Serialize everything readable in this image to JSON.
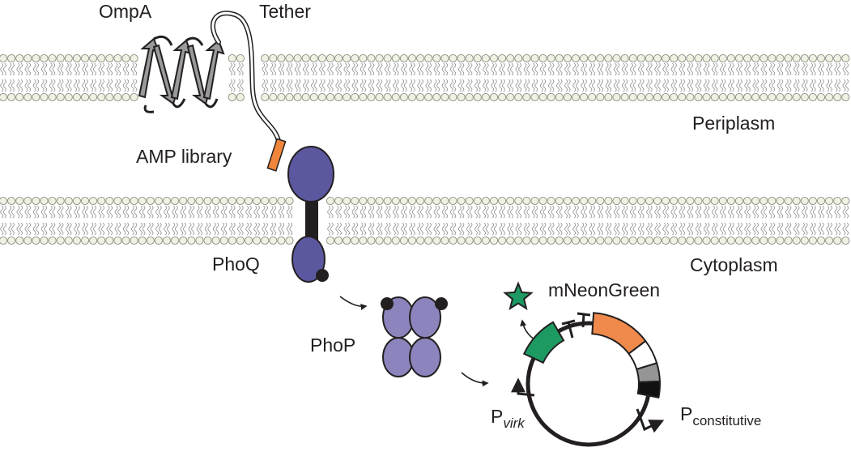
{
  "labels": {
    "ompa": "OmpA",
    "tether": "Tether",
    "periplasm": "Periplasm",
    "amp_library": "AMP library",
    "phoq": "PhoQ",
    "cytoplasm": "Cytoplasm",
    "neon": "mNeonGreen",
    "phop": "PhoP",
    "p_virk_main": "P",
    "p_virk_sub": "virk",
    "p_const_main": "P",
    "p_const_sub": "constitutive"
  },
  "colors": {
    "lipid_head": "#eef2e2",
    "lipid_head_stroke": "#8b8f80",
    "lipid_tail": "#8a8a8a",
    "phoq": "#5c58a0",
    "phop": "#8c84bc",
    "tether_tag": "#f0863c",
    "ompa_arrows": "#9a9a9a",
    "neon": "#1d9a62",
    "plasmid_green": "#1d9a62",
    "plasmid_orange": "#ef8a4c",
    "plasmid_white": "#ffffff",
    "plasmid_gray": "#959595",
    "plasmid_black": "#111111",
    "ink": "#231f20"
  }
}
